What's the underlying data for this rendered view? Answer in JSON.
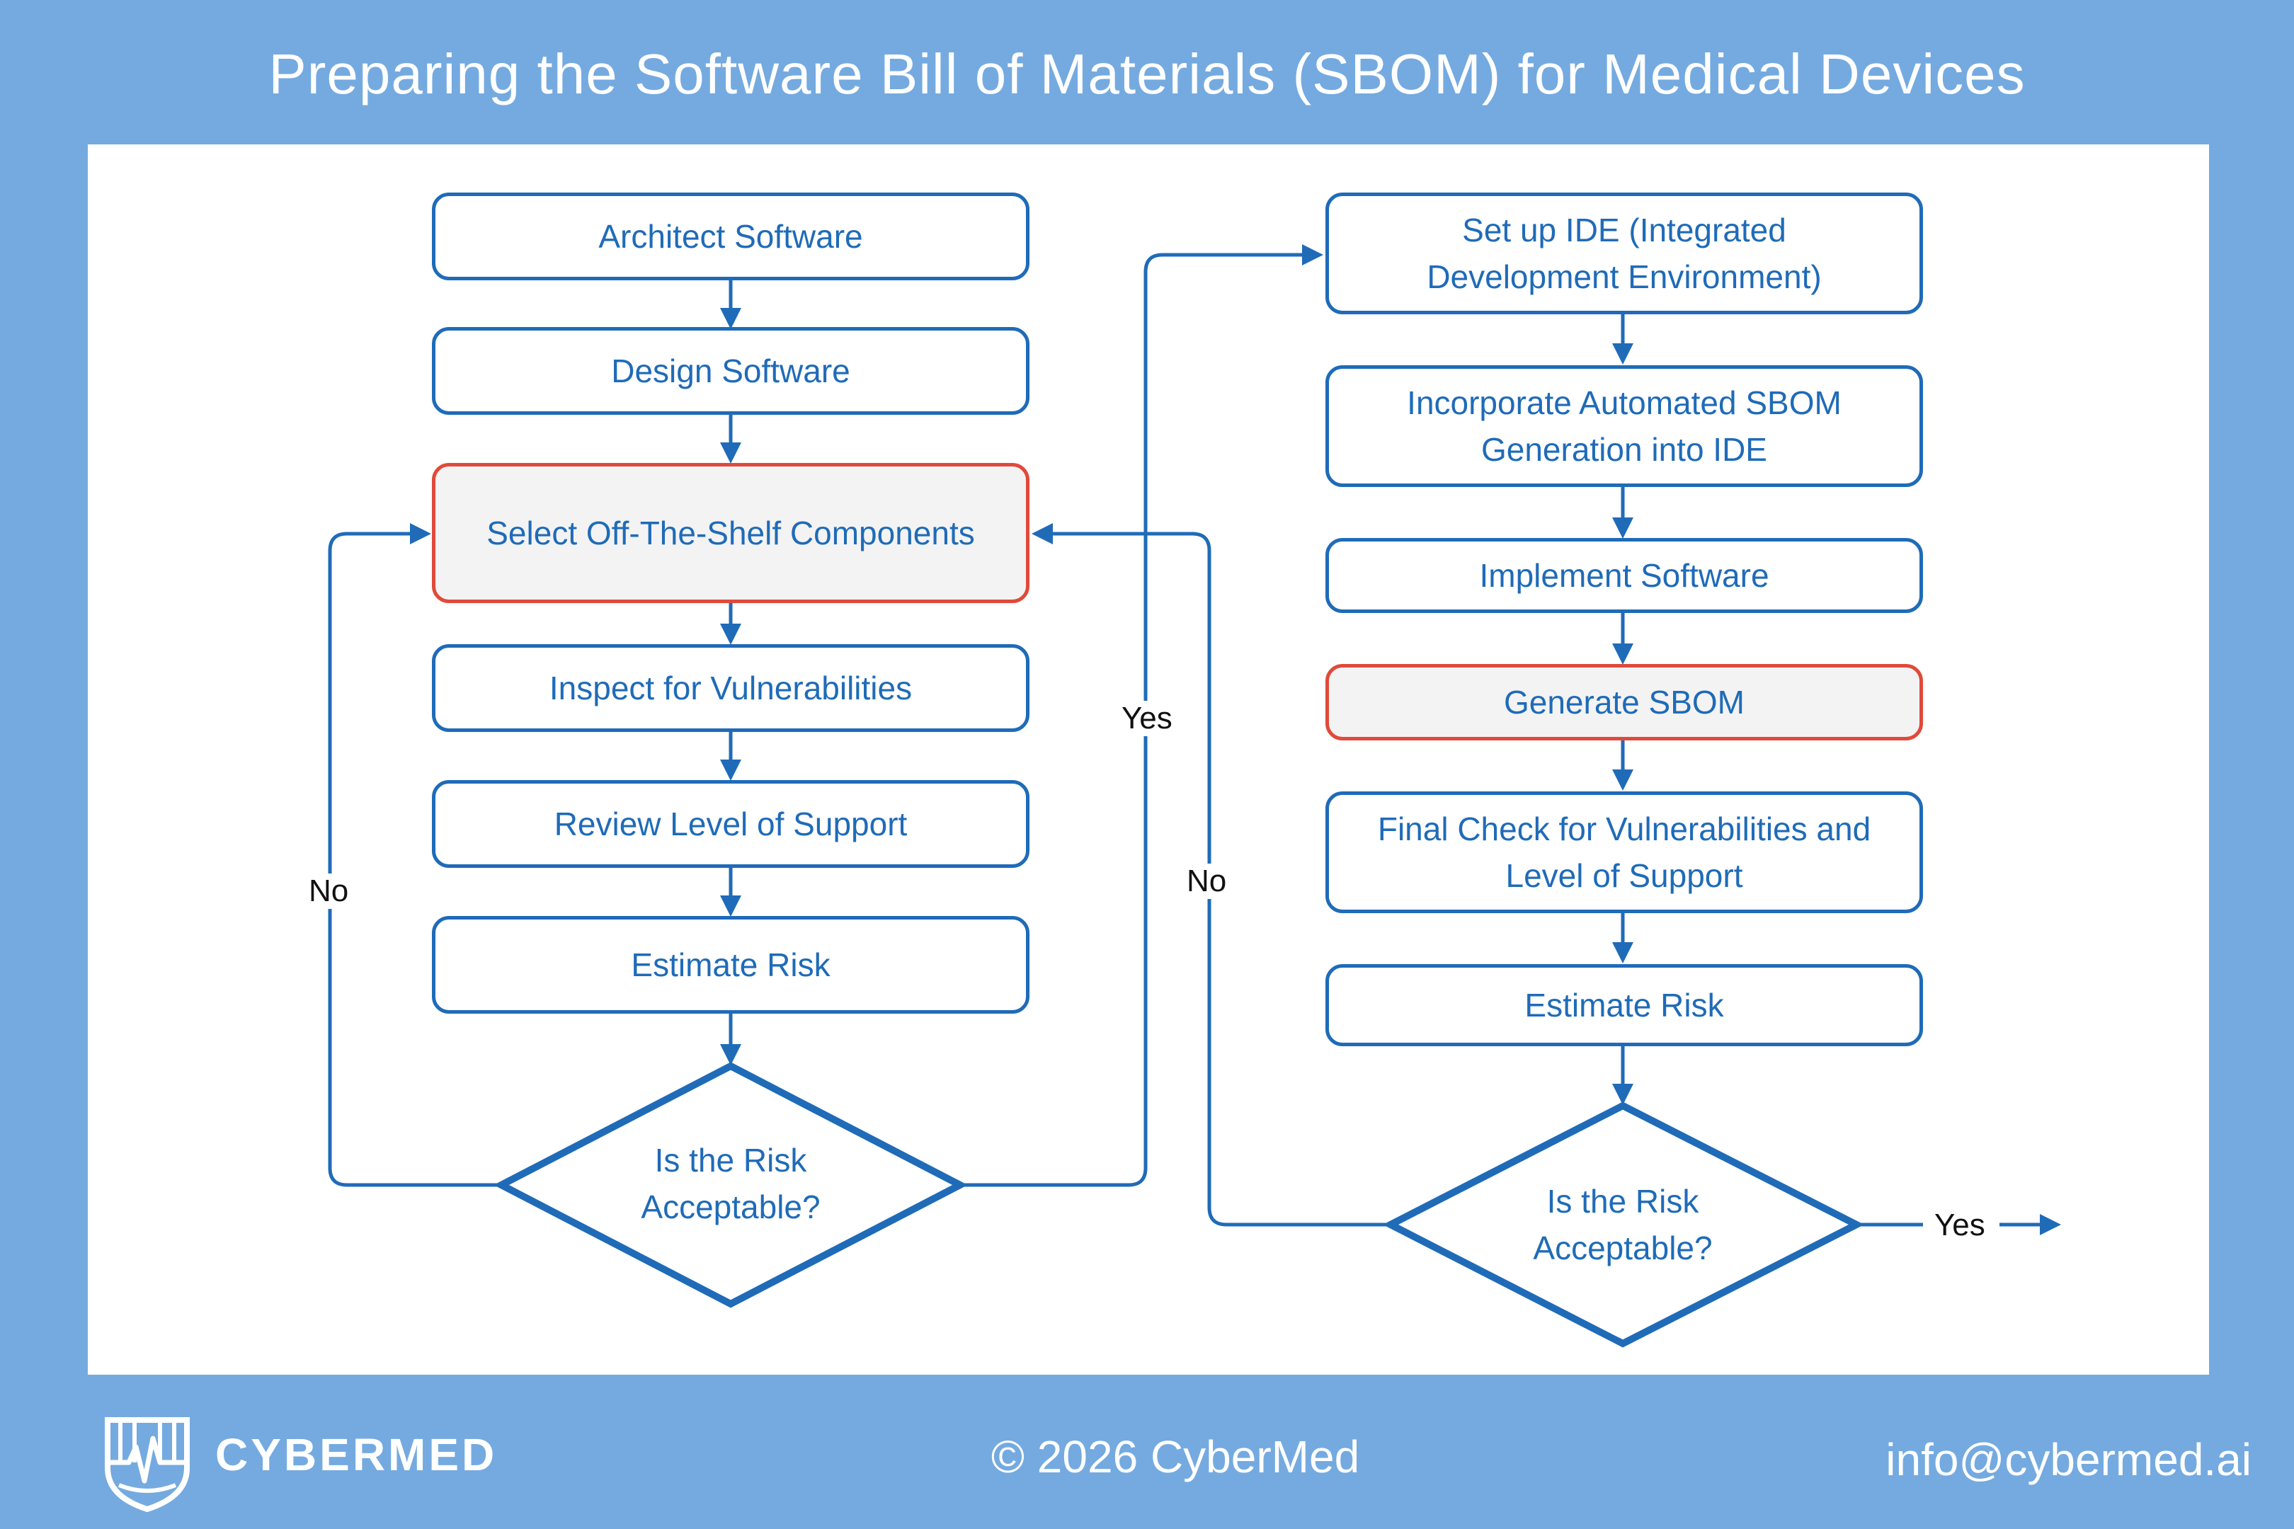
{
  "title": "Preparing the Software Bill of Materials (SBOM) for Medical Devices",
  "left_column": {
    "steps": [
      "Architect Software",
      "Design Software",
      "Select Off-The-Shelf Components",
      "Inspect for Vulnerabilities",
      "Review Level of Support",
      "Estimate Risk"
    ],
    "decision": [
      "Is the Risk",
      "Acceptable?"
    ],
    "no_label": "No",
    "yes_label": "Yes"
  },
  "right_column": {
    "steps": [
      [
        "Set up IDE (Integrated",
        "Development Environment)"
      ],
      [
        "Incorporate Automated SBOM",
        "Generation into IDE"
      ],
      [
        "Implement Software"
      ],
      [
        "Generate SBOM"
      ],
      [
        "Final Check for Vulnerabilities and",
        "Level of Support"
      ],
      [
        "Estimate Risk"
      ]
    ],
    "decision": [
      "Is the Risk",
      "Acceptable?"
    ],
    "no_label": "No",
    "yes_label": "Yes"
  },
  "footer": {
    "brand": "CYBERMED",
    "copyright": "© 2026 CyberMed",
    "email": "info@cybermed.ai"
  },
  "colors": {
    "background": "#74aae0",
    "panel": "#ffffff",
    "stroke": "#1f6bb8",
    "highlight_border": "#e04a3a",
    "highlight_fill": "#f3f3f3"
  },
  "icons": {
    "logo": "cybermed-shield-heartbeat-logo"
  }
}
